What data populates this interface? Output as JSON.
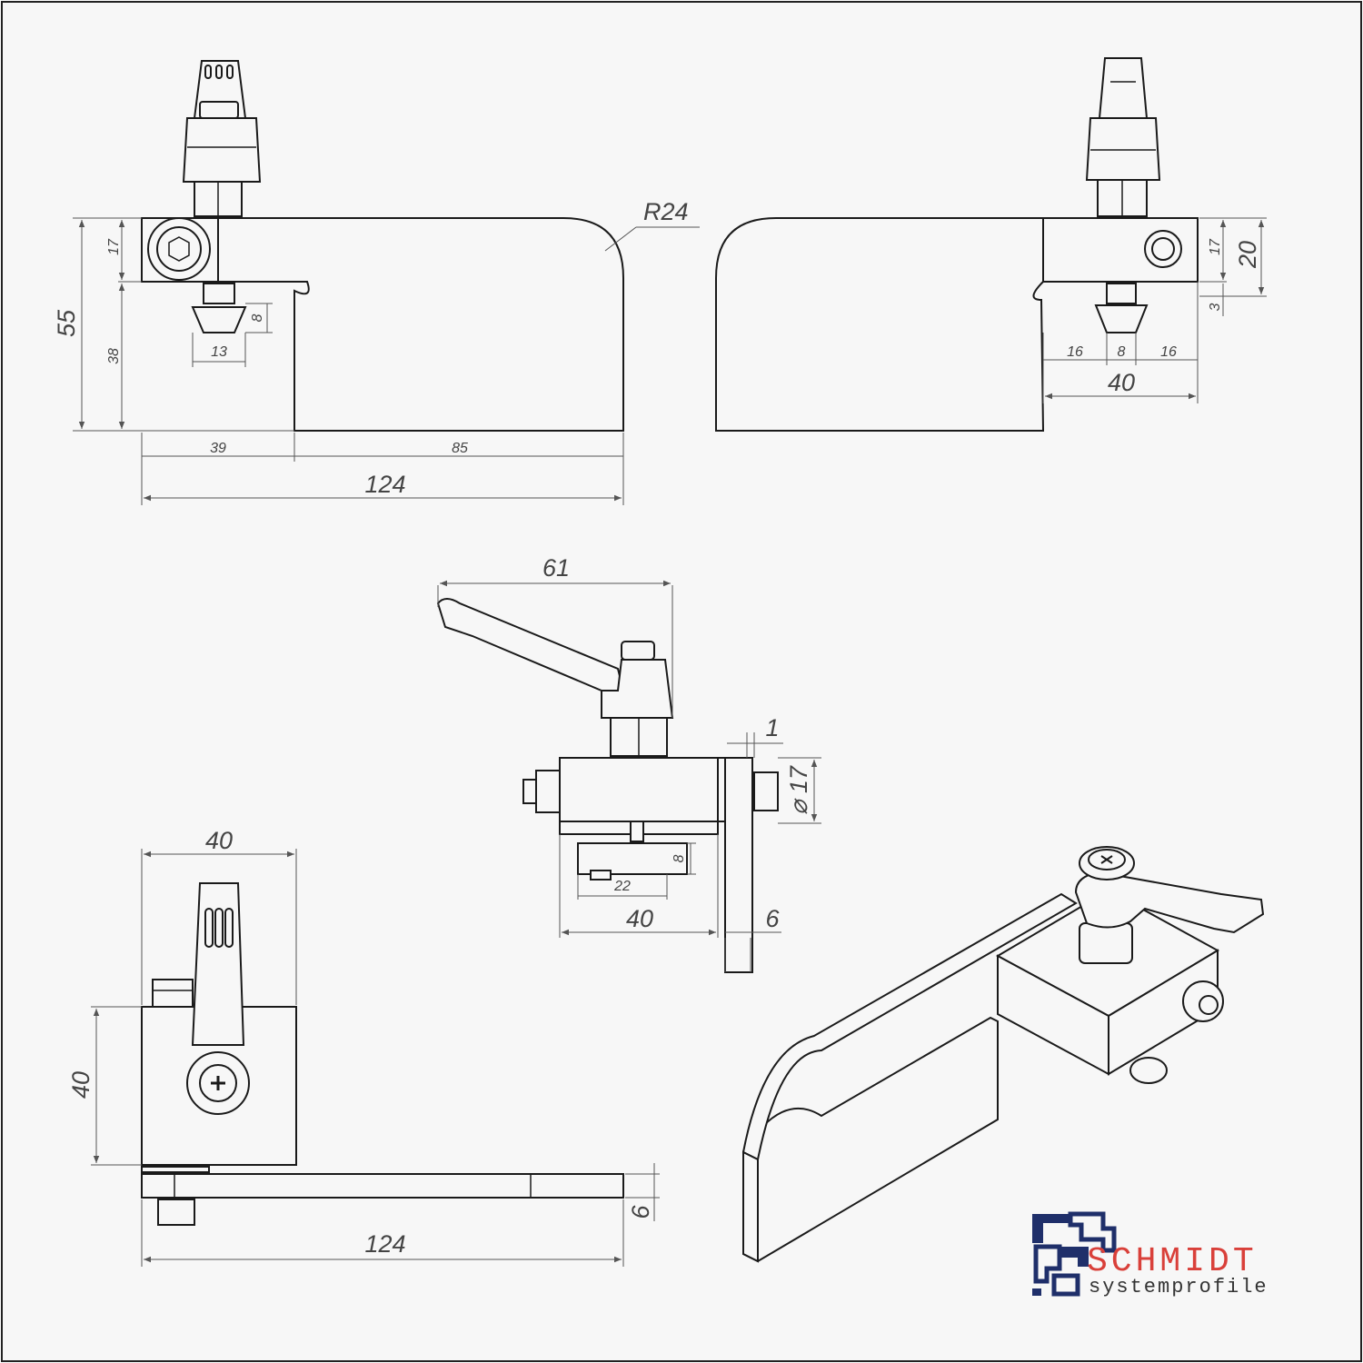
{
  "dimensions": {
    "side_left": {
      "radius": "R24",
      "height_total": "55",
      "height_top": "17",
      "height_bottom": "38",
      "slot_depth": "8",
      "slot_width": "13",
      "width_left": "39",
      "width_right": "85",
      "width_total": "124"
    },
    "side_right": {
      "height_top": "17",
      "height_20": "20",
      "gap_3": "3",
      "offset_left": "16",
      "slot_width": "8",
      "offset_right": "16",
      "width_block": "40"
    },
    "front": {
      "lever_reach": "61",
      "plate_thickness_1": "1",
      "bolt_diameter": "⌀ 17",
      "slot_depth": "8",
      "slot_width": "22",
      "block_width": "40",
      "plate_thickness": "6"
    },
    "top": {
      "block_width": "40",
      "block_height": "40",
      "plate_thickness": "6",
      "total_length": "124"
    }
  },
  "logo": {
    "name": "SCHMIDT",
    "tagline": "systemprofile",
    "colors": {
      "accent": "#d9403a",
      "mark": "#1f2f6a",
      "text": "#333333"
    }
  }
}
